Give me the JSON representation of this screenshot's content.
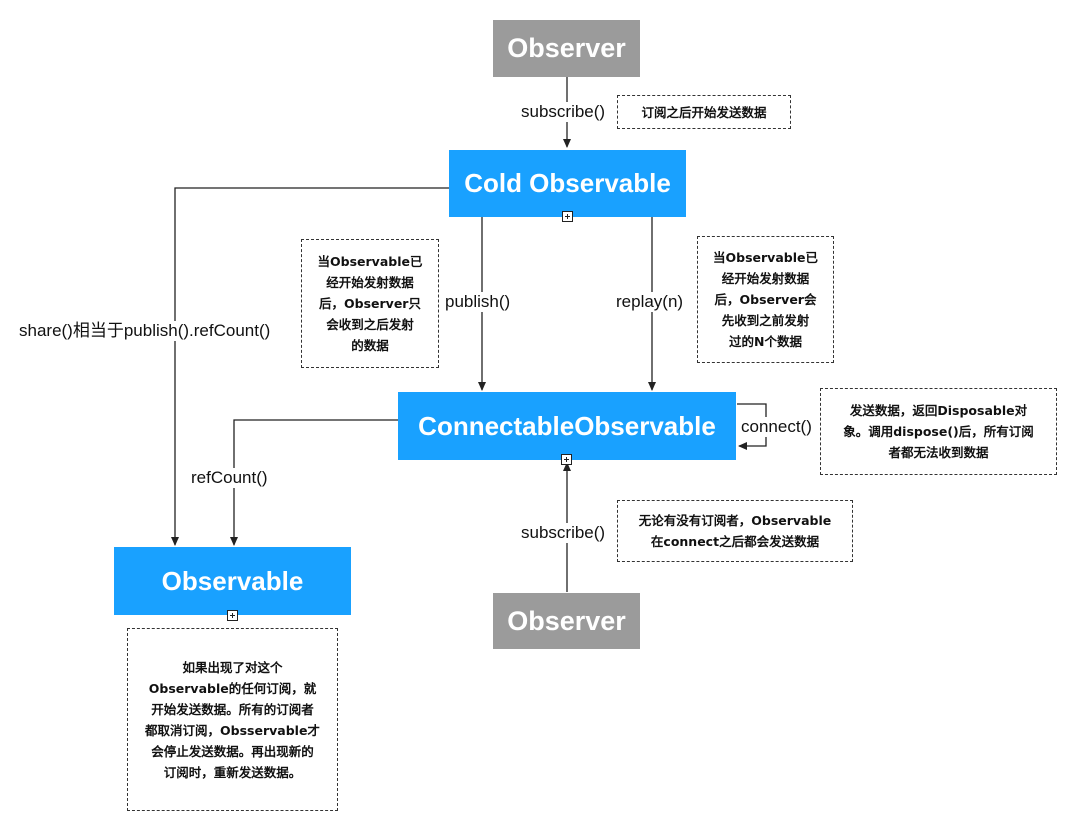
{
  "nodes": {
    "observer_top": "Observer",
    "cold_observable": "Cold Observable",
    "connectable_observable": "ConnectableObservable",
    "observable": "Observable",
    "observer_bottom": "Observer"
  },
  "edge_labels": {
    "subscribe_top": "subscribe()",
    "publish": "publish()",
    "replay": "replay(n)",
    "share": "share()相当于publish().refCount()",
    "ref_count": "refCount()",
    "connect": "connect()",
    "subscribe_bottom": "subscribe()"
  },
  "notes": {
    "subscribe_top": [
      "订阅之后开始发送数据"
    ],
    "publish": [
      "当Observable已",
      "经开始发射数据",
      "后，Observer只",
      "会收到之后发射",
      "的数据"
    ],
    "replay": [
      "当Observable已",
      "经开始发射数据",
      "后，Observer会",
      "先收到之前发射",
      "过的N个数据"
    ],
    "connect": [
      "发送数据，返回Disposable对",
      "象。调用dispose()后，所有订阅",
      "者都无法收到数据"
    ],
    "subscribe_bottom": [
      "无论有没有订阅者，Observable",
      "在connect之后都会发送数据"
    ],
    "observable": [
      "如果出现了对这个",
      "Observable的任何订阅，就",
      "开始发送数据。所有的订阅者",
      "都取消订阅，Obsservable才",
      "会停止发送数据。再出现新的",
      "订阅时，重新发送数据。"
    ]
  },
  "colors": {
    "grey_node": "#9b9b9b",
    "blue_node": "#19a1ff",
    "edge": "#222222"
  }
}
